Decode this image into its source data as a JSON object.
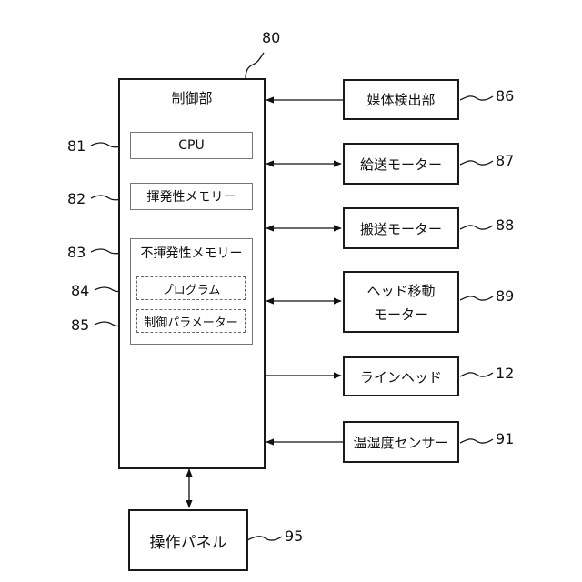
{
  "control_unit": {
    "ref": "80",
    "title": "制御部"
  },
  "cpu": {
    "ref": "81",
    "label": "CPU"
  },
  "volatile_memory": {
    "ref": "82",
    "label": "揮発性メモリー"
  },
  "nonvolatile_memory": {
    "ref": "83",
    "label": "不揮発性メモリー"
  },
  "program": {
    "ref": "84",
    "label": "プログラム"
  },
  "control_parameter": {
    "ref": "85",
    "label": "制御パラメーター"
  },
  "media_detector": {
    "ref": "86",
    "label": "媒体検出部"
  },
  "feed_motor": {
    "ref": "87",
    "label": "給送モーター"
  },
  "transport_motor": {
    "ref": "88",
    "label": "搬送モーター"
  },
  "head_motor": {
    "ref": "89",
    "line1": "ヘッド移動",
    "line2": "モーター"
  },
  "line_head": {
    "ref": "12",
    "label": "ラインヘッド"
  },
  "temp_humidity_sensor": {
    "ref": "91",
    "label": "温湿度センサー"
  },
  "operation_panel": {
    "ref": "95",
    "label": "操作パネル"
  }
}
